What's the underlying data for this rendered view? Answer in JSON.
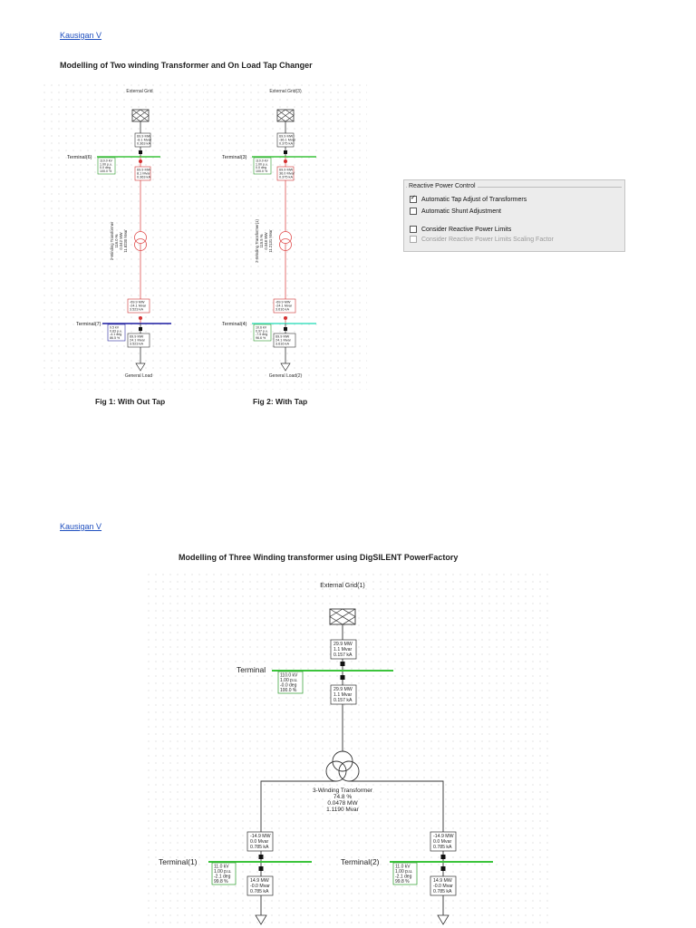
{
  "section1": {
    "author": "Kausigan V",
    "title": "Modelling of Two winding Transformer and On Load Tap Changer",
    "fig1": {
      "caption": "Fig 1:  With Out Tap",
      "grid_label": "External Grid",
      "grid_out": [
        "69.9 MW",
        "-8.1 Mvar",
        "0.363 kA"
      ],
      "bus_label": "Terminal(6)",
      "bus_values": [
        "110.0 kV",
        "1.00 p.u.",
        "0.0 deg",
        "100.0 %"
      ],
      "hv_side": [
        "69.9 MW",
        "8.1 Mvar",
        "0.363 kA"
      ],
      "trafo_label": "2-Winding Transformer",
      "trafo_values": [
        "116.0 %",
        "0.042 MW",
        "11.8230 Mvar"
      ],
      "lv_side": [
        "-69.9 MW",
        "-24.1 Mvar",
        "3.523 kA"
      ],
      "load_bus_label": "Terminal(7)",
      "load_bus_values": [
        "9.5 kV",
        "0.83 p.u.",
        "-4.1 deg",
        "86.5 %"
      ],
      "load_in": [
        "69.9 MW",
        "24.1 Mvar",
        "3.523 kA"
      ],
      "load_label": "General Load"
    },
    "fig2": {
      "caption": "Fig 2: With Tap",
      "grid_label": "External Grid(3)",
      "grid_out": [
        "69.9 MW",
        "-36.1 Mvar",
        "0.375 kA"
      ],
      "bus_label": "Terminal(3)",
      "bus_values": [
        "110.0 kV",
        "1.00 p.u.",
        "0.0 deg",
        "100.0 %"
      ],
      "hv_side": [
        "69.9 MW",
        "36.0 Mvar",
        "0.375 kA"
      ],
      "trafo_label": "2-Winding Transformer(1)",
      "trafo_values": [
        "115.5 %",
        "0.048 MW",
        "11.2131 Mvar"
      ],
      "lv_side": [
        "-69.9 MW",
        "-24.1 Mvar",
        "3.616 kA"
      ],
      "load_bus_label": "Terminal(4)",
      "load_bus_values": [
        "10.6 kV",
        "0.97 p.u.",
        "-7.5 deg",
        "96.6 %"
      ],
      "load_in": [
        "69.9 MW",
        "24.1 Mvar",
        "3.616 kA"
      ],
      "load_label": "General Load(2)"
    },
    "reactive_power_control": {
      "legend": "Reactive Power Control",
      "options": [
        {
          "label": "Automatic Tap Adjust of Transformers",
          "checked": true,
          "enabled": true
        },
        {
          "label": "Automatic Shunt Adjustment",
          "checked": false,
          "enabled": true
        },
        {
          "label": "Consider Reactive Power Limits",
          "checked": false,
          "enabled": true
        },
        {
          "label": "Consider Reactive Power Limits Scaling Factor",
          "checked": false,
          "enabled": false
        }
      ]
    }
  },
  "section2": {
    "author": "Kausigan V",
    "title": "Modelling of Three Winding transformer using DigSILENT PowerFactory",
    "grid_label": "External Grid(1)",
    "grid_out": [
      "29.9 MW",
      "1.1 Mvar",
      "0.157 kA"
    ],
    "hv_bus_label": "Terminal",
    "hv_bus_values": [
      "110.0 kV",
      "1.00 p.u.",
      "-0.0 deg",
      "100.0 %"
    ],
    "hv_side": [
      "29.9 MW",
      "1.1 Mvar",
      "0.157 kA"
    ],
    "trafo_values": [
      "3-Winding Transformer",
      "74.8 %",
      "0.0478 MW",
      "1.1190 Mvar"
    ],
    "left_branch": {
      "top": [
        "-14.9 MW",
        "0.0 Mvar",
        "0.785 kA"
      ],
      "bus_label": "Terminal(1)",
      "bus_values": [
        "11.0 kV",
        "1.00 p.u.",
        "-2.1 deg",
        "99.8 %"
      ],
      "bottom": [
        "14.9 MW",
        "-0.0 Mvar",
        "0.785 kA"
      ]
    },
    "right_branch": {
      "top": [
        "-14.9 MW",
        "0.0 Mvar",
        "0.785 kA"
      ],
      "bus_label": "Terminal(2)",
      "bus_values": [
        "11.0 kV",
        "1.00 p.u.",
        "-2.1 deg",
        "99.8 %"
      ],
      "bottom": [
        "14.9 MW",
        "-0.0 Mvar",
        "0.785 kA"
      ]
    }
  },
  "colors": {
    "hv_bus": "#3cc43c",
    "fig1_lv_bus": "#1a1aa0",
    "fig2_lv_bus": "#40e0c0",
    "trafo_line": "#e05050",
    "box_red": "#cc3333",
    "box_green": "#2a9a2a",
    "box_blue": "#2a2aa0",
    "link": "#1f4fbf"
  }
}
